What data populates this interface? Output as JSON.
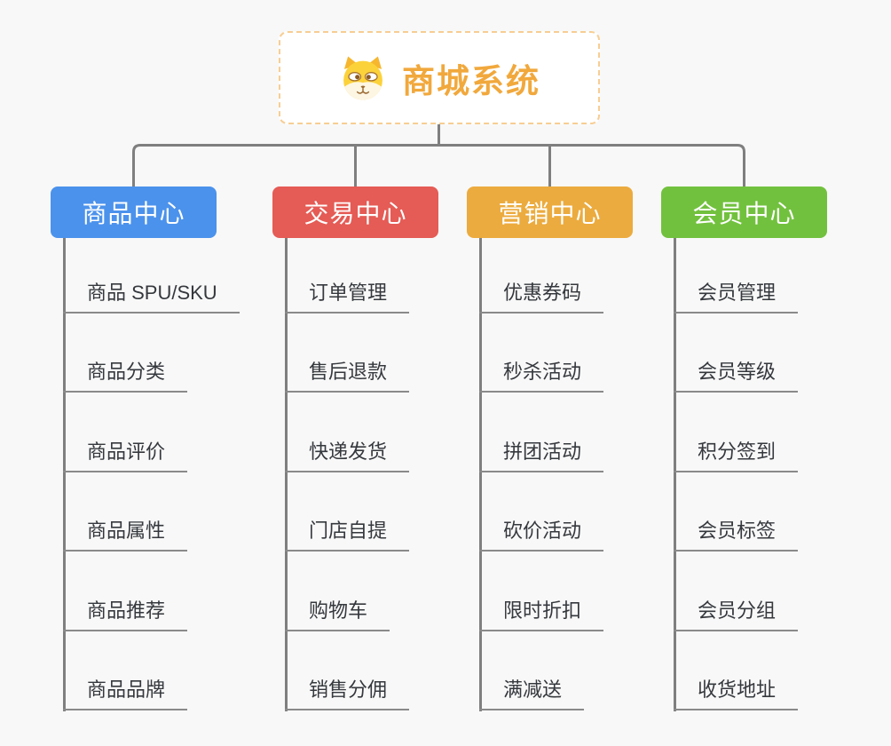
{
  "root": {
    "title": "商城系统",
    "icon": "dog-icon",
    "text_color": "#f1a83c",
    "border_color": "#f7ce93",
    "background": "#ffffff"
  },
  "connector_color": "#7f7f7f",
  "underline_color": "#8a8a8a",
  "background_color": "#f8f8f8",
  "branches": [
    {
      "label": "商品中心",
      "color": "#4b92ec",
      "children": [
        "商品 SPU/SKU",
        "商品分类",
        "商品评价",
        "商品属性",
        "商品推荐",
        "商品品牌"
      ]
    },
    {
      "label": "交易中心",
      "color": "#e55b55",
      "children": [
        "订单管理",
        "售后退款",
        "快递发货",
        "门店自提",
        "购物车",
        "销售分佣"
      ]
    },
    {
      "label": "营销中心",
      "color": "#ecab3e",
      "children": [
        "优惠券码",
        "秒杀活动",
        "拼团活动",
        "砍价活动",
        "限时折扣",
        "满减送"
      ]
    },
    {
      "label": "会员中心",
      "color": "#72c13e",
      "children": [
        "会员管理",
        "会员等级",
        "积分签到",
        "会员标签",
        "会员分组",
        "收货地址"
      ]
    }
  ]
}
